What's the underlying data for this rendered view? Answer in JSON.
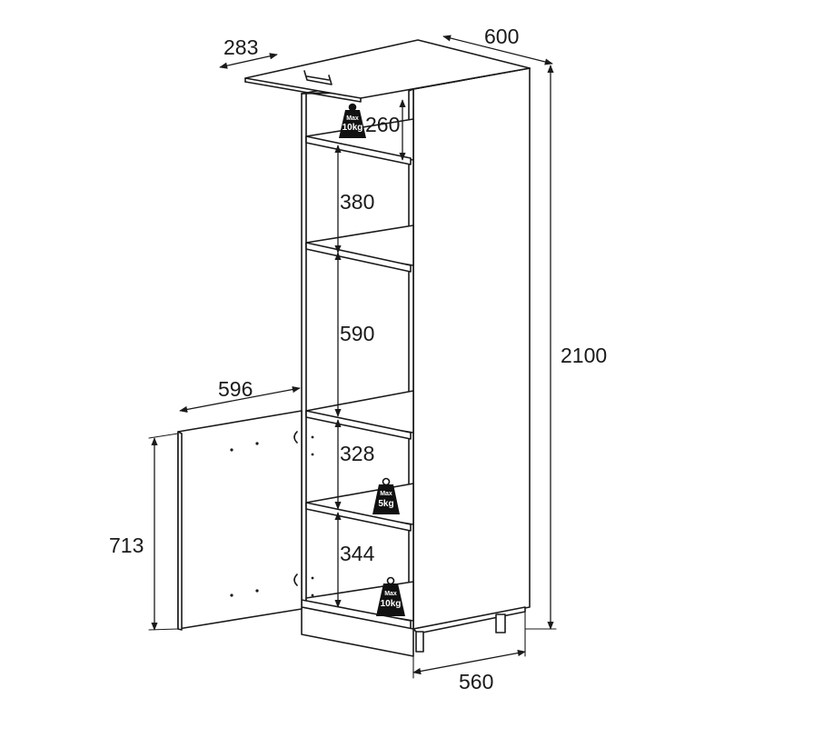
{
  "dimensions": {
    "top_depth": "283",
    "top_width": "600",
    "total_height": "2100",
    "door_width": "596",
    "door_height": "713",
    "base_width": "560"
  },
  "shelf_gaps": [
    "260",
    "380",
    "590",
    "328",
    "344"
  ],
  "weight_labels": {
    "top": {
      "max": "Max",
      "load": "10kg"
    },
    "middle": {
      "max": "Max",
      "load": "5kg"
    },
    "bottom": {
      "max": "Max",
      "load": "10kg"
    }
  },
  "colors": {
    "line": "#1a1a1a",
    "weight_icon": "#111111",
    "background": "#ffffff"
  }
}
